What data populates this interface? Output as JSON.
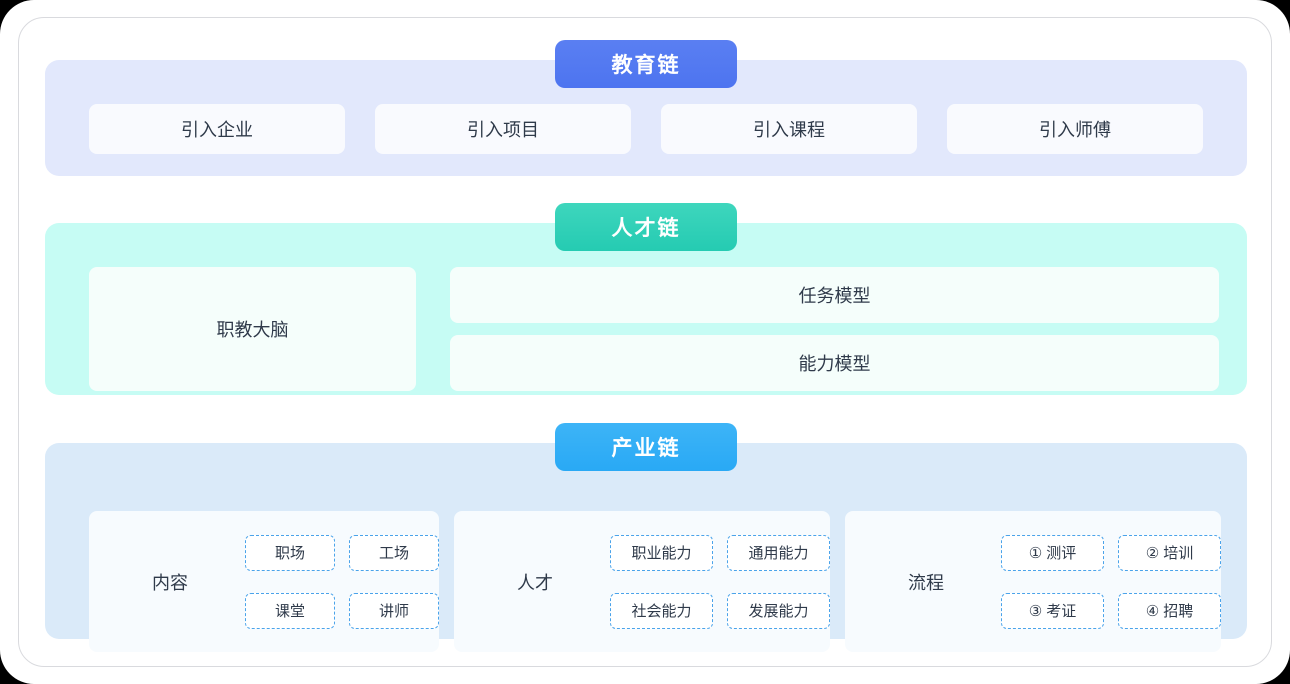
{
  "colors": {
    "edu_badge": "#4d74f0",
    "edu_bg": "#e2e8fc",
    "talent_badge": "#25cbb2",
    "talent_bg": "#c6fcf4",
    "industry_badge": "#29a9f5",
    "industry_bg": "#daeaf9",
    "tag_border": "#4aa3ea",
    "text": "#2f3a4a"
  },
  "education_chain": {
    "badge": "教育链",
    "items": [
      {
        "label": "引入企业"
      },
      {
        "label": "引入项目"
      },
      {
        "label": "引入课程"
      },
      {
        "label": "引入师傅"
      }
    ]
  },
  "talent_chain": {
    "badge": "人才链",
    "brain": "职教大脑",
    "models": [
      {
        "label": "任务模型"
      },
      {
        "label": "能力模型"
      }
    ]
  },
  "industry_chain": {
    "badge": "产业链",
    "groups": [
      {
        "label": "内容",
        "tags": [
          {
            "label": "职场"
          },
          {
            "label": "工场"
          },
          {
            "label": "课堂"
          },
          {
            "label": "讲师"
          }
        ]
      },
      {
        "label": "人才",
        "tags": [
          {
            "label": "职业能力"
          },
          {
            "label": "通用能力"
          },
          {
            "label": "社会能力"
          },
          {
            "label": "发展能力"
          }
        ]
      },
      {
        "label": "流程",
        "tags": [
          {
            "label": "① 测评"
          },
          {
            "label": "② 培训"
          },
          {
            "label": "③ 考证"
          },
          {
            "label": "④ 招聘"
          }
        ]
      }
    ]
  }
}
